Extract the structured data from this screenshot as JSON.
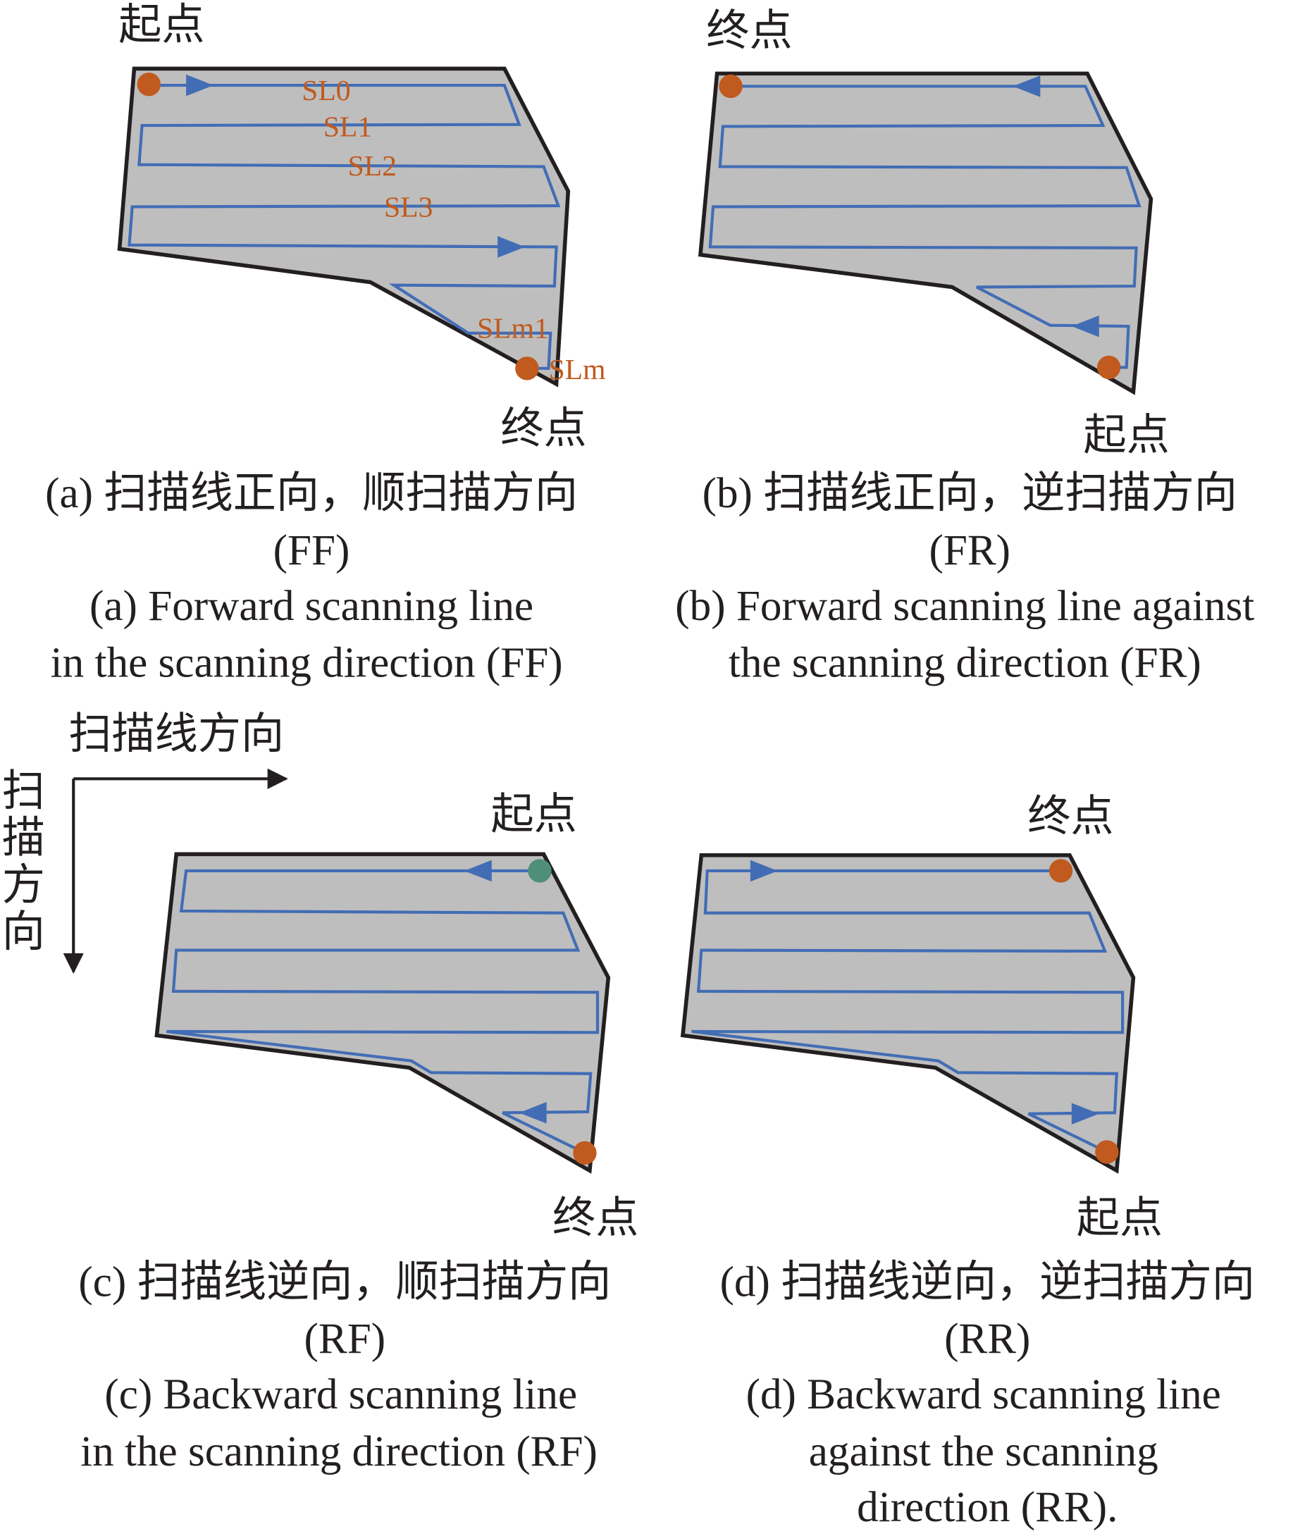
{
  "colors": {
    "field": "#bebebe",
    "outline": "#231f20",
    "path": "#426db5",
    "point": "#c05a1e",
    "start_point_c": "#4f8f7a"
  },
  "panels": [
    {
      "id": "a",
      "start": "起点",
      "end": "终点",
      "caption_zh": "(a) 扫描线正向，顺扫描方向",
      "caption_code": "(FF)",
      "caption_en1": "(a) Forward scanning line",
      "caption_en2": "in the scanning direction (FF)",
      "scan_lines": [
        "SL0",
        "SL1",
        "SL2",
        "SL3",
        "SLm1",
        "SLm"
      ]
    },
    {
      "id": "b",
      "start": "起点",
      "end": "终点",
      "caption_zh": "(b) 扫描线正向，逆扫描方向",
      "caption_code": "(FR)",
      "caption_en1": "(b) Forward scanning line against",
      "caption_en2": "the scanning direction (FR)"
    },
    {
      "id": "c",
      "start": "起点",
      "end": "终点",
      "caption_zh": "(c) 扫描线逆向，顺扫描方向",
      "caption_code": "(RF)",
      "caption_en1": "(c) Backward scanning line",
      "caption_en2": "in the scanning direction (RF)"
    },
    {
      "id": "d",
      "start": "起点",
      "end": "终点",
      "caption_zh": "(d) 扫描线逆向，逆扫描方向",
      "caption_code": "(RR)",
      "caption_en1": "(d) Backward scanning line",
      "caption_en2": "against the scanning",
      "caption_en3": "direction (RR)."
    }
  ],
  "axes": {
    "scan_line_direction": "扫描线方向",
    "scan_direction_chars": [
      "扫",
      "描",
      "方",
      "向"
    ]
  }
}
